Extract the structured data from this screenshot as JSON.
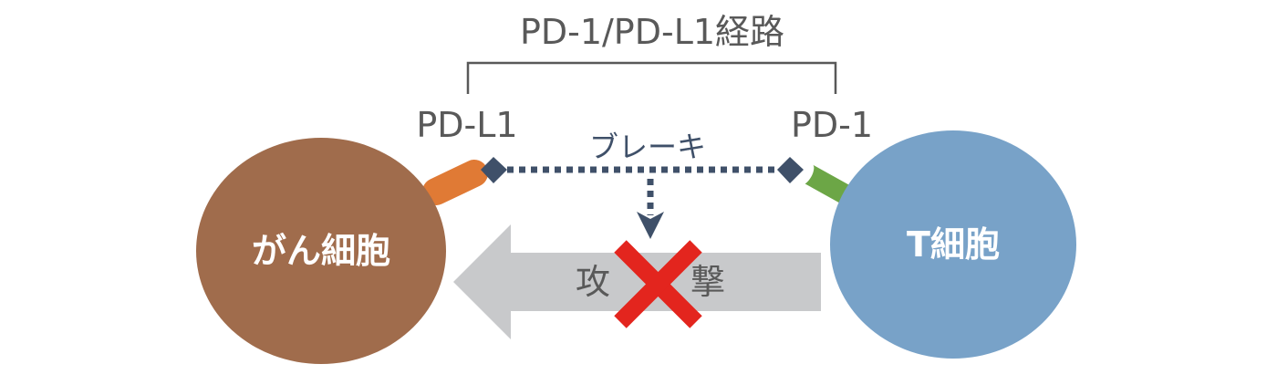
{
  "title": "PD-1/PD-L1経路",
  "labels": {
    "pd_l1": "PD-L1",
    "pd_1": "PD-1",
    "brake": "ブレーキ",
    "attack_left": "攻",
    "attack_right": "撃"
  },
  "cells": {
    "cancer": {
      "label": "がん細胞",
      "color": "#a06c4c"
    },
    "t_cell": {
      "label": "T細胞",
      "color": "#78a2c8"
    }
  },
  "colors": {
    "text": "#595959",
    "brake_line": "#3f5069",
    "pd_l1_receptor": "#e07a35",
    "pd_1_receptor": "#6ca646",
    "attack_arrow": "#c8c9cb",
    "cross": "#e3251e",
    "bracket": "#595959"
  }
}
